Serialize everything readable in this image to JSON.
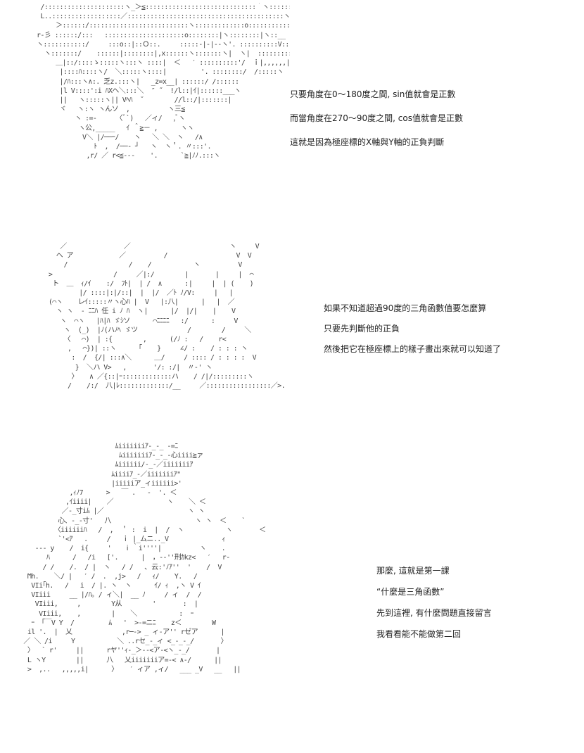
{
  "panels": [
    {
      "art": " /:::::::::::::::::::::ヽ_＞≦:::::::::::::::::::::::::::::｀ヽ:::::::::::ヽ\n L..::::::::::::::::::／:::::::::::::::::::::::::::::::::::::::::ヽ::::::::'.\n     ＞::::::/::::::::::::::::::::::::::ヽ:::::::::::::o:::::::::::ヽ:::::::\nr‐彡 ::::::/:::   :::::::::::::::::::::o::::::::|ヽ::::::::|ヽ::__  :|:::::::\nヽ:::::::::::/     :::o::|::Ｏ::.     :::::-|‐|-‐ヽ'. ::::::::::V::::ヽ\n  ヽ:::::::/    ::::::|::::::::|,x::::::ヽ:::::::ヽ|  ヽ|  :::::::::卜:::_..,,__ｪ\n     ＿|::/::::ゝ:::::ヽ:::ヽ ::::|  ＜   ′ ::::::::::'/  ｉ|,,,,,,|＜_\n      |::::ﾊ::::ヽ/  ＼:::::ヽ::::|         '. ::::::::/  /:::::ヽ\n      |/ﾊ:::ヽ∧:. 乏z.:::ヽ|   _z=x__| ::::::/ /::::::\n      |l V::::':i ﾊXヘ＼:::＼  ″ ˝  !/l::|ｲ|::::::___ヽ\n      ||   ヽ:::::ヽ|| Vﾍﾊ  ˘        //l::/|:::::::|\n      ヾ   ヽ:ヽ ヽんソ  ,          ヽ三≦\n          ヽ :=-     〈ﾞ`)   ／ィ/   ,ﾞヽ\n           ヽ公,_____   ｲ ＾≧－ ,      ヽヽ\n            V＼ |/──ｰ/    ヽ   ＼ ＼  ヽ   /∧\n               ﾄ  ,  /──‐ ┘   ヽ  ヽ＇. 〃:::'.\n             ,r/ ／ r<≦‐‐‐    '.      `≧|ﾉﾉ.:::ヽ",
      "captions": [
        "只要角度在0～180度之間, sin值就會是正數",
        "而當角度在270～90度之間, cos值就會是正數",
        "這就是因為極座標的X軸與Y軸的正負判斷"
      ]
    },
    {
      "art": "     ／               ／                          ヽ     V\n    ヘ ア            ／          /                  V  V\n      /                /    /           ヽ          V\n  >                /     ／|:/        |       |     |  ⌒\n   ト  ＿  ｨ/ｲ    :/  ﾌﾄ|  | /  ∧      :|     |  | (    )\n          |/ ::::|:|/::|  |  |/  ／ﾄ ﾉ/V:     |   |\n  (⌒ヽ    レｲ:::::〃ヽ心ﾊ |  V   |:八|      |   |  ／\n    ヽ ヽ  ‐ ﾆﾆﾊ 任 i ﾉ ﾊ  ヽ|      |/  |/|    |    V\n     ヽ  ⌒ヽ   |ﾊ|ﾊ ゞｼソ      ⌒ﾆﾆﾆﾆ   :/      :     V\n      ヽ  (_)  |ﾉ(ハﾉﾍ ゞツ             /        /     ＼\n      〈   ⌒)  | :{        ,      (/ﾉ :   /    r<\n       ,   ⌒})| ::ヽ     「    }     ∠/ :    / : : : ヽ\n        :  /  {/| :::∧＼      ＿/     / :::: / : : : :  V\n         }  ＼ハ V>   ,       '/: :/|  〃‐' ヽ\n        〉   ∧ ／{::|ｰ:::::::::::::ハ    / /|/:::::::::ヽ\n       /    /:/  八|ﾚ:::::::::::::/__     ／:::::::::::::::::／>.",
      "captions": [
        "如果不知道超過90度的三角函數值要怎麼算",
        "只要先判斷他的正負",
        "然後把它在極座標上的樣子畫出來就可以知道了"
      ]
    },
    {
      "art": "                         ﾑiiiiiiiｱ‐_-_ -=ﾆ    \n                          ﾑiiiiiiiｱ‐_-_‐心iiii≧ァ\n                         ﾑiiiiii/‐_-／iiiiiiiｱ\n                        ﾑiiiiｱ_-／iiiiiiiｱ\"\n                        |iiiiiア_ィiiiiii>'\n             ,ｨﾉ7      >   ￣ .   ‐  '. ＜\n            ,ｲiiii|    ／              ヽ    ＼ ＜\n           ／‐_寸iﾑ |／                      ヽ ヽ\n          心、-_-寸'   八                      ヽ ヽ  ＜    `\n         〈iiiiiiﾊ   /  ,  ＇ :  i  |  /  ヽ           ヽ       ＜\n          `'<ｱ   .     /   ｉ |_ムニ.._V              ｨ\n    ‐‐‐ y    /  i{     '    ⅰ ｀i''''|          ヽ    .\n       ﾊ      /   /i   ['.      |  ，‐‐''刑ｶkz<   ′   r‐   \n      / /    /.  / |  ヽ   / /   ､ 云:'ﾉｱ''  '    /  V\n  Ϻh.    ＼/ |   ′ /  .  ,j>   /   ｨ/    Y.   /\n   VIi｢h.   /   i  / |. ヽ  ヽ      ｲ/ ｨ  ,ヽ V ｲ\n   VIiii     __ |/ﾊ｡ / ィ＼|  __ ﾉ     / ィ  /  /\n    VIiii,     ,        Y从        '       :  |\n     VIiii,    ,        |    ＼           :  ｰ\n   ｰ 「￣V Y  /         ﾑ   '  >‐=ニﾆ    z＜        W\n  il '.  |  乂             ,r─‐> _ ィ‐ア'' rゼア      |\n ／ ＼ /i     Y           ＼ ..rセ_-_ィ <_-_-_/       〉\n  〉  ` r'     ||      rヤ''ｨ-_＞--<ア‐<ヽ_-_/       |\n  L ヽY        ||      八   乂iiiiiiiア=-< ∧-/      ||\n  >  ,..   ,,,,,i|      〉   ′ ィア ,ィ/   ___ _V   __   ||",
      "captions": [
        "那麼, 這就是第一課",
        "“什麼是三角函數”",
        "先到這裡, 有什麼問題直接留言",
        "我看看能不能做第二回"
      ]
    }
  ]
}
